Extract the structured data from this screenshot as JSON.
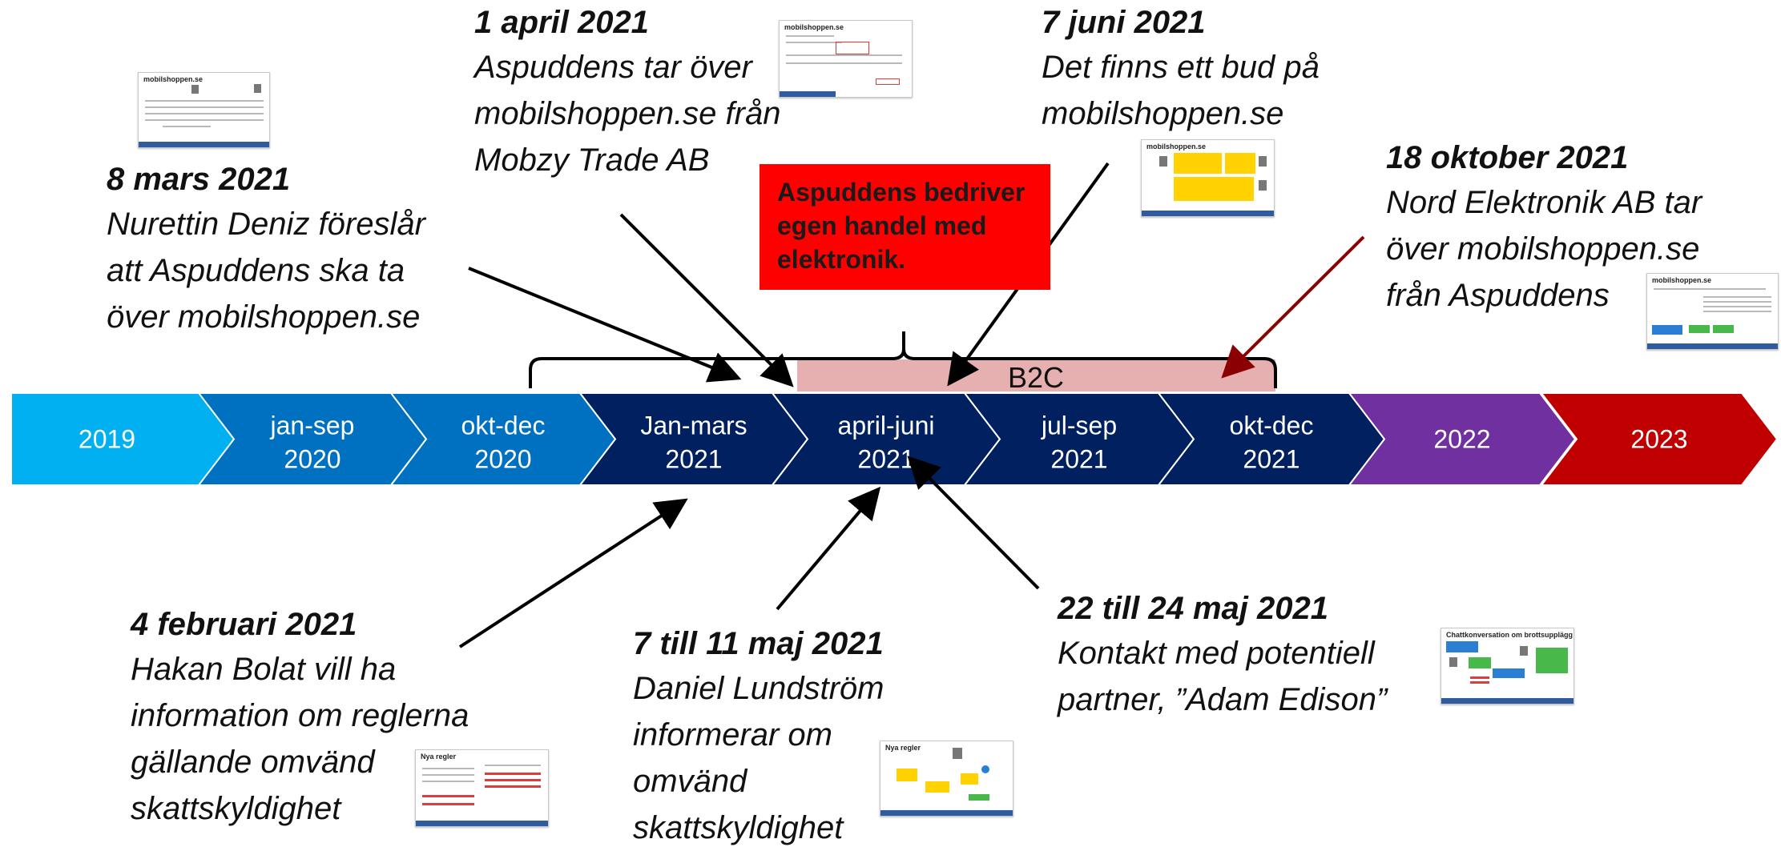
{
  "timeline": {
    "segments": [
      {
        "line1": "2019",
        "line2": "",
        "color": "#00b0f0"
      },
      {
        "line1": "jan-sep",
        "line2": "2020",
        "color": "#0070c0"
      },
      {
        "line1": "okt-dec",
        "line2": "2020",
        "color": "#0070c0"
      },
      {
        "line1": "Jan-mars",
        "line2": "2021",
        "color": "#002060"
      },
      {
        "line1": "april-juni",
        "line2": "2021",
        "color": "#002060"
      },
      {
        "line1": "jul-sep",
        "line2": "2021",
        "color": "#002060"
      },
      {
        "line1": "okt-dec",
        "line2": "2021",
        "color": "#002060"
      },
      {
        "line1": "2022",
        "line2": "",
        "color": "#7030a0"
      },
      {
        "line1": "2023",
        "line2": "",
        "color": "#c00000"
      }
    ],
    "b2c_label": "B2C",
    "b2c_color": "#e6b0b0"
  },
  "callout": "Aspuddens bedriver egen handel med elektronik.",
  "events": {
    "mars8": {
      "date": "8 mars 2021",
      "desc": "Nurettin Deniz föreslår\natt Aspuddens ska ta\növer mobilshoppen.se"
    },
    "april1": {
      "date": "1 april 2021",
      "desc": "Aspuddens tar över\nmobilshoppen.se från\nMobzy Trade AB"
    },
    "juni7": {
      "date": "7 juni 2021",
      "desc": "Det finns ett bud på\nmobilshoppen.se"
    },
    "okt18": {
      "date": "18 oktober 2021",
      "desc": "Nord Elektronik AB tar\növer mobilshoppen.se\nfrån Aspuddens"
    },
    "feb4": {
      "date": "4 februari 2021",
      "desc": "Hakan Bolat vill ha\ninformation om reglerna\ngällande omvänd\nskattskyldighet"
    },
    "maj7": {
      "date": "7 till 11 maj 2021",
      "desc": "Daniel Lundström\ninformerar om\nomvänd\nskattskyldighet"
    },
    "maj22": {
      "date": "22 till 24 maj 2021",
      "desc": "Kontakt med potentiell\npartner, ”Adam Edison”"
    }
  },
  "thumbnails": {
    "t1": "mobilshoppen.se",
    "t2": "mobilshoppen.se",
    "t3": "mobilshoppen.se",
    "t4": "mobilshoppen.se",
    "t5": "Nya regler",
    "t6": "Nya regler",
    "t7": "Chattkonversation om brottsupplägg"
  }
}
